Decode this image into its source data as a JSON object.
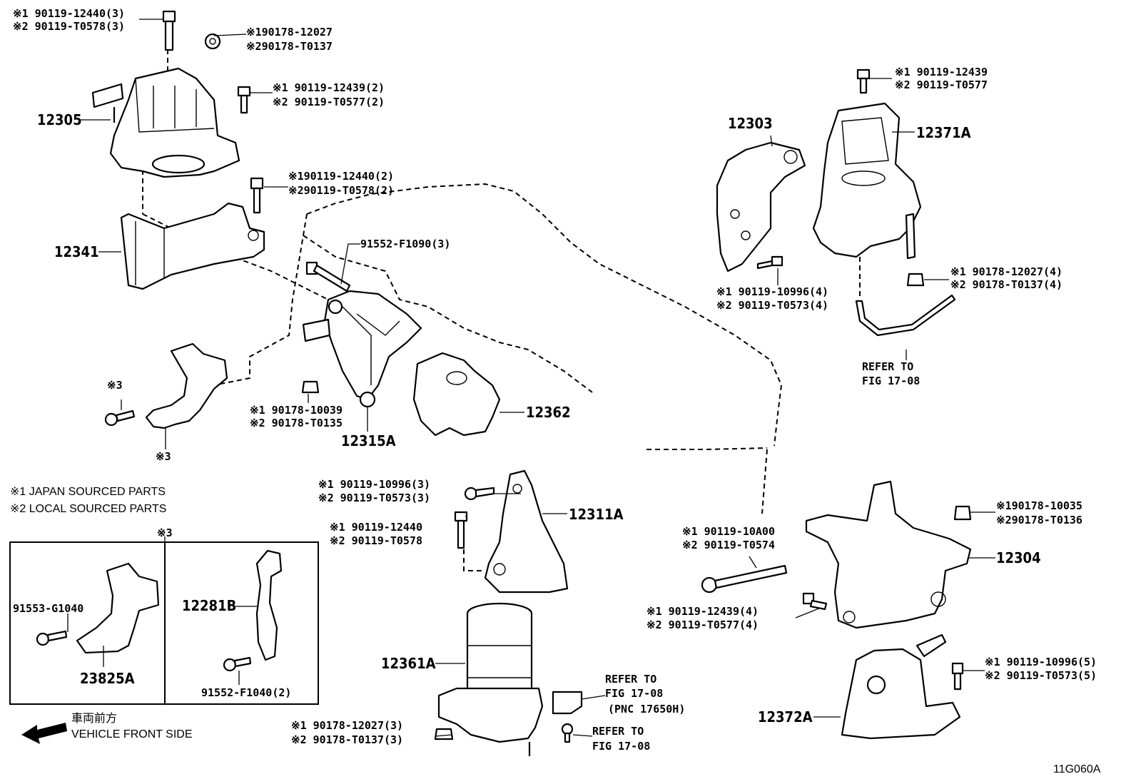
{
  "callouts": {
    "c_12305_bolt": [
      "※1 90119-12440(3)",
      "※2 90119-T0578(3)"
    ],
    "c_12305_nut": [
      "※190178-12027",
      "※290178-T0137"
    ],
    "c_12305_bolt2": [
      "※1 90119-12439(2)",
      "※2 90119-T0577(2)"
    ],
    "c_12341_bolt": [
      "※190119-12440(2)",
      "※290119-T0578(2)"
    ],
    "c_91552": "91552-F1090(3)",
    "c_3_top": "※3",
    "c_3_bottom": "※3",
    "c_nut_10039": [
      "※1 90178-10039",
      "※2 90178-T0135"
    ],
    "c_12371_bolt": [
      "※1 90119-12439",
      "※2 90119-T0577"
    ],
    "c_12303_bolt": [
      "※1 90119-10996(4)",
      "※2 90119-T0573(4)"
    ],
    "c_12371_nut": [
      "※1 90178-12027(4)",
      "※2 90178-T0137(4)"
    ],
    "c_refer_a": [
      "REFER TO",
      "FIG 17-08"
    ],
    "c_12311_bolt1": [
      "※1 90119-10996(3)",
      "※2 90119-T0573(3)"
    ],
    "c_12311_bolt2": [
      "※1 90119-12440",
      "※2 90119-T0578"
    ],
    "c_12304_nut": [
      "※190178-10035",
      "※290178-T0136"
    ],
    "c_12304_bolt_long": [
      "※1 90119-10A00",
      "※2 90119-T0574"
    ],
    "c_12304_bolt": [
      "※1 90119-12439(4)",
      "※2 90119-T0577(4)"
    ],
    "c_12372_bolt": [
      "※1 90119-10996(5)",
      "※2 90119-T0573(5)"
    ],
    "c_12361_nut": [
      "※1 90178-12027(3)",
      "※2 90178-T0137(3)"
    ],
    "c_refer_b": [
      "REFER TO",
      "FIG 17-08",
      "(PNC 17650H)"
    ],
    "c_refer_c": [
      "REFER TO",
      "FIG 17-08"
    ]
  },
  "parts": {
    "p12305": "12305",
    "p12341": "12341",
    "p12315A": "12315A",
    "p12362": "12362",
    "p12303": "12303",
    "p12371A": "12371A",
    "p12311A": "12311A",
    "p12361A": "12361A",
    "p12304": "12304",
    "p12372A": "12372A"
  },
  "legend": {
    "japan": "※1 JAPAN SOURCED PARTS",
    "local": "※2 LOCAL SOURCED PARTS"
  },
  "inset": {
    "title": "※3",
    "left_part": "23825A",
    "left_bolt": "91553-G1040",
    "right_part": "12281B",
    "right_bolt": "91552-F1040(2)"
  },
  "front": {
    "jp": "車両前方",
    "en": "VEHICLE FRONT SIDE",
    "arrow_icon": "arrow-left-icon"
  },
  "figure_code": "11G060A"
}
